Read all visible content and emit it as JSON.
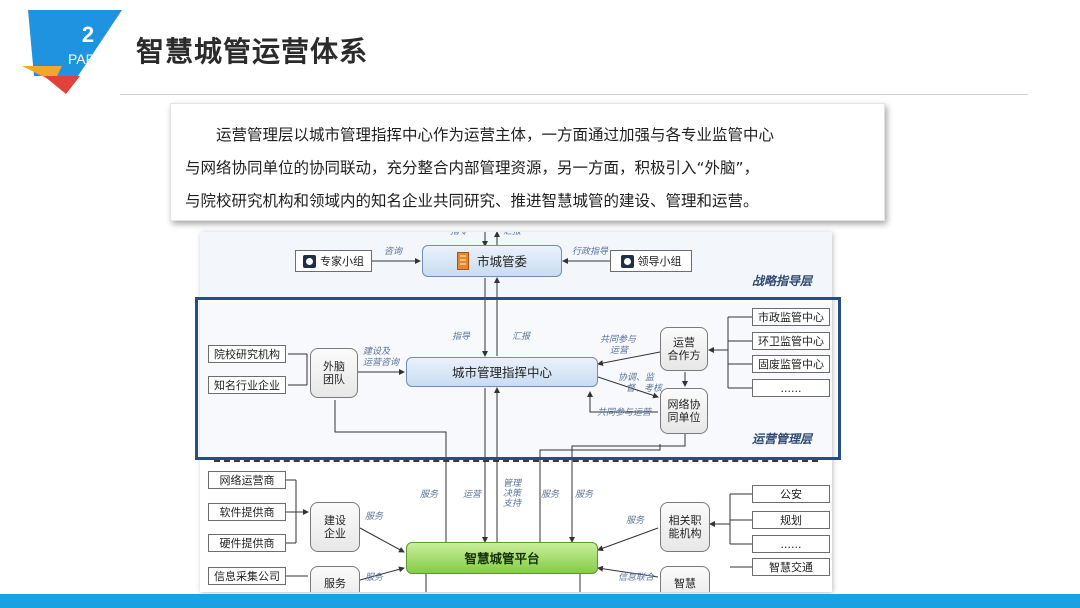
{
  "header": {
    "badge_number": "2",
    "badge_label": "PART",
    "title": "智慧城管运营体系",
    "colors": {
      "badge_blue": "#1f93df",
      "badge_orange": "#f3a62b",
      "badge_red": "#e2403a"
    }
  },
  "intro": {
    "lines": [
      "运营管理层以城市管理指挥中心作为运营主体，一方面通过加强与各专业监管中心",
      "与网络协同单位的协同联动，充分整合内部管理资源，另一方面，积极引入“外脑”，",
      "与院校研究机构和领域内的知名企业共同研究、推进智慧城管的建设、管理和运营。"
    ]
  },
  "diagram": {
    "top_cut": {
      "left": "指令",
      "right": "汇报"
    },
    "strategy": {
      "expert_group": "专家小组",
      "leader_group": "领导小组",
      "city_committee": "市城管委",
      "edge_consult": "咨询",
      "edge_admin": "行政指导",
      "layer_label": "战略指导层"
    },
    "operations": {
      "university": "院校研究机构",
      "enterprise": "知名行业企业",
      "external_brain": [
        "外脑",
        "团队"
      ],
      "command_center": "城市管理指挥中心",
      "partners": [
        "运营",
        "合作方"
      ],
      "network_units": [
        "网络协",
        "同单位"
      ],
      "monitor_centers": [
        "市政监管中心",
        "环卫监管中心",
        "固废监管中心",
        "......"
      ],
      "edge_advice": [
        "建设及",
        "运营咨询"
      ],
      "edge_guide": "指导",
      "edge_report": "汇报",
      "edge_joint": [
        "共同参与",
        "运营"
      ],
      "edge_coord": [
        "协调、监",
        "督、考核"
      ],
      "edge_joint2": "共同参与运营",
      "layer_label": "运营管理层"
    },
    "platform": {
      "suppliers": [
        "网络运营商",
        "软件提供商",
        "硬件提供商",
        "信息采集公司"
      ],
      "build_company": [
        "建设",
        "企业"
      ],
      "service_company_partial": "服务",
      "platform": "智慧城管平台",
      "related_agencies": [
        "相关职",
        "能机构"
      ],
      "smart_partial": "智慧",
      "agencies_list": [
        "公安",
        "规划",
        "......",
        "智慧交通"
      ],
      "edge_service": "服务",
      "edge_ops": "运营",
      "edge_mgmt": [
        "管理",
        "决策",
        "支持"
      ],
      "edge_info": "信息联合"
    }
  }
}
